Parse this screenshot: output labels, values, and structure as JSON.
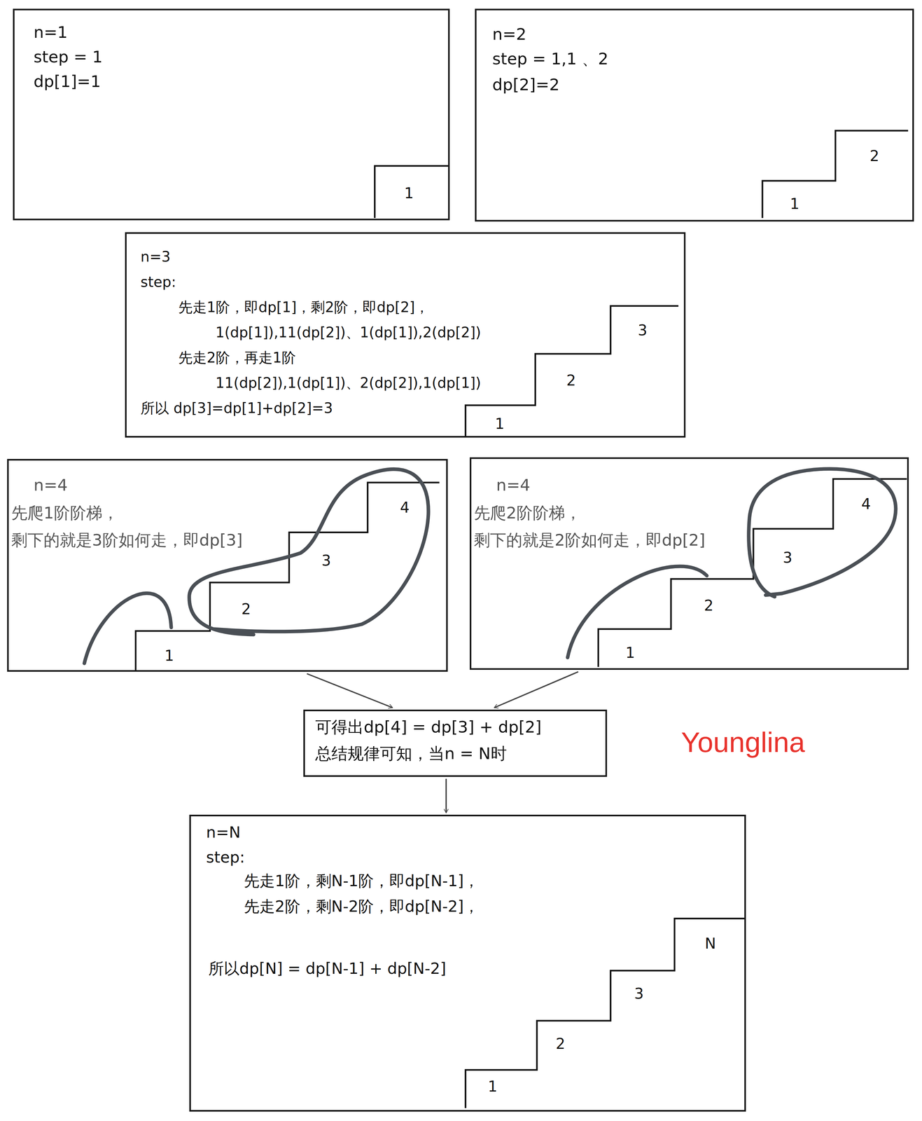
{
  "diagram": {
    "nodes": [
      {
        "text": [
          "n=1",
          "step = 1",
          "dp[1]=1"
        ]
      },
      {
        "text": [
          "n=2",
          "step = 1,1 、2",
          "dp[2]=2"
        ]
      },
      {
        "text": [
          "n=3",
          "step:",
          "先走1阶，即dp[1]，剩2阶，即dp[2]，",
          "1(dp[1]),11(dp[2])、1(dp[1]),2(dp[2])",
          "先走2阶，再走1阶",
          "11(dp[2]),1(dp[1])、2(dp[2]),1(dp[1])",
          "所以 dp[3]=dp[1]+dp[2]=3"
        ]
      },
      {
        "text": [
          "n=4",
          "先爬1阶阶梯，",
          "剩下的就是3阶如何走，即dp[3]"
        ]
      },
      {
        "text": [
          "n=4",
          "先爬2阶阶梯，",
          "剩下的就是2阶如何走，即dp[2]"
        ]
      },
      {
        "text": [
          "可得出dp[4] = dp[3] + dp[2]",
          "总结规律可知，当n = N时"
        ]
      },
      {
        "text": [
          "n=N",
          "step:",
          "先走1阶，剩N-1阶，即dp[N-1]，",
          "先走2阶，剩N-2阶，即dp[N-2]，",
          "所以dp[N] = dp[N-1] + dp[N-2]"
        ]
      }
    ],
    "edges": [
      {
        "from": 3,
        "to": 5,
        "arrow": "to"
      },
      {
        "from": 4,
        "to": 5,
        "arrow": "to"
      },
      {
        "from": 5,
        "to": 6,
        "arrow": "to"
      }
    ],
    "labels": [
      "1",
      "1",
      "2",
      "1",
      "2",
      "3",
      "1",
      "2",
      "3",
      "4",
      "1",
      "2",
      "3",
      "4",
      "Younglina",
      "1",
      "2",
      "3",
      "N"
    ]
  }
}
